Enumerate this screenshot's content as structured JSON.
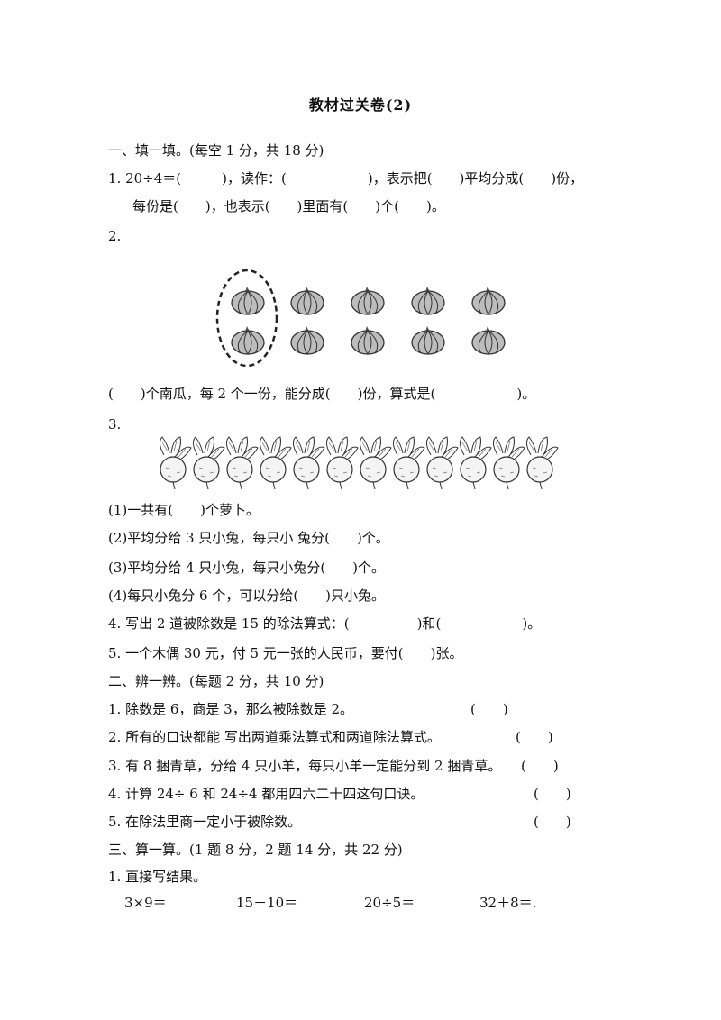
{
  "title": "教材过关卷(2)",
  "section1": {
    "heading": "一、填一填。(每空 1 分，共 18 分)",
    "q1_line1": "1. 20÷4＝(　　　)，读作：(　　　　　　)，表示把(　　)平均分成(　　)份，",
    "q1_line2": "每份是(　　)，也表示(　　)里面有(　　)个(　　)。",
    "q2_label": "2.",
    "q2_image": {
      "pumpkins_per_row": 5,
      "rows": 2,
      "circled_group": "first column",
      "icon": "pumpkin-icon"
    },
    "q2_text": "(　　)个南瓜，每 2 个一份，能分成(　　)份，算式是(　　　　　　)。",
    "q3_label": "3.",
    "q3_image": {
      "radish_count": 12,
      "icon": "radish-icon"
    },
    "q3_sub1": "(1)一共有(　　)个萝卜。",
    "q3_sub2": "(2)平均分给 3 只小兔，每只小 兔分(　　)个。",
    "q3_sub3": "(3)平均分给 4 只小兔，每只小兔分(　　)个。",
    "q3_sub4": "(4)每只小兔分 6 个，可以分给(　　)只小兔。",
    "q4": "4. 写出 2 道被除数是 15 的除法算式：(　　　　　)和(　　　　　　)。",
    "q5": "5. 一个木偶 30 元，付 5 元一张的人民币，要付(　　)张。"
  },
  "section2": {
    "heading": "二、辨一辨。(每题 2 分，共 10 分)",
    "items": [
      {
        "text": "1. 除数是 6，商是 3，那么被除数是 2。",
        "blank": "(　　)"
      },
      {
        "text": "2. 所有的口诀都能 写出两道乘法算式和两道除法算式。",
        "blank": "(　　)"
      },
      {
        "text": "3. 有 8 捆青草，分给 4 只小羊，每只小羊一定能分到 2 捆青草。",
        "blank": "(　　)"
      },
      {
        "text": "4. 计算 24÷ 6 和 24÷4 都用四六二十四这句口诀。",
        "blank": "(　　)"
      },
      {
        "text": "5. 在除法里商一定小于被除数。",
        "blank": "(　　)"
      }
    ]
  },
  "section3": {
    "heading": "三、算一算。(1 题 8 分，2 题 14 分，共 22 分)",
    "q1_label": "1. 直接写结果。",
    "calcs": [
      "3×9＝",
      "15－10＝",
      "20÷5＝",
      "32＋8＝."
    ]
  }
}
